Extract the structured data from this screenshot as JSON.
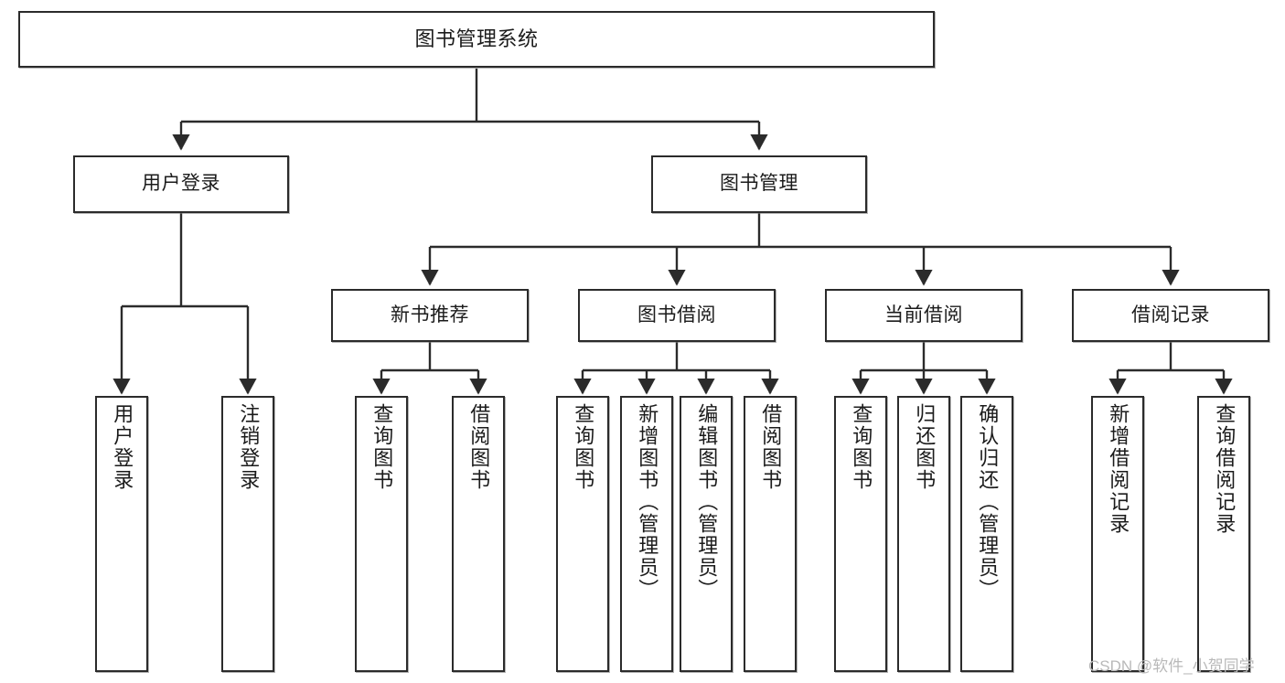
{
  "diagram": {
    "title": "图书管理系统",
    "type": "tree",
    "watermark": "CSDN @软件_小贺同学",
    "colors": {
      "node_border": "#2b2b2b",
      "node_fill": "#ffffff",
      "edge": "#2b2b2b",
      "watermark": "#b9b9b9",
      "background": "#ffffff"
    },
    "nodes": {
      "root": "图书管理系统",
      "level2": [
        "用户登录",
        "图书管理"
      ],
      "level3": [
        "新书推荐",
        "图书借阅",
        "当前借阅",
        "借阅记录"
      ],
      "leaves": {
        "user_login": [
          "用户登录",
          "注销登录"
        ],
        "new_book": [
          "查询图书",
          "借阅图书"
        ],
        "book_borrow": [
          "查询图书",
          "新增图书（管理员）",
          "编辑图书（管理员）",
          "借阅图书"
        ],
        "current_borrow": [
          "查询图书",
          "归还图书",
          "确认归还（管理员）"
        ],
        "borrow_record": [
          "新增借阅记录",
          "查询借阅记录"
        ]
      }
    }
  }
}
